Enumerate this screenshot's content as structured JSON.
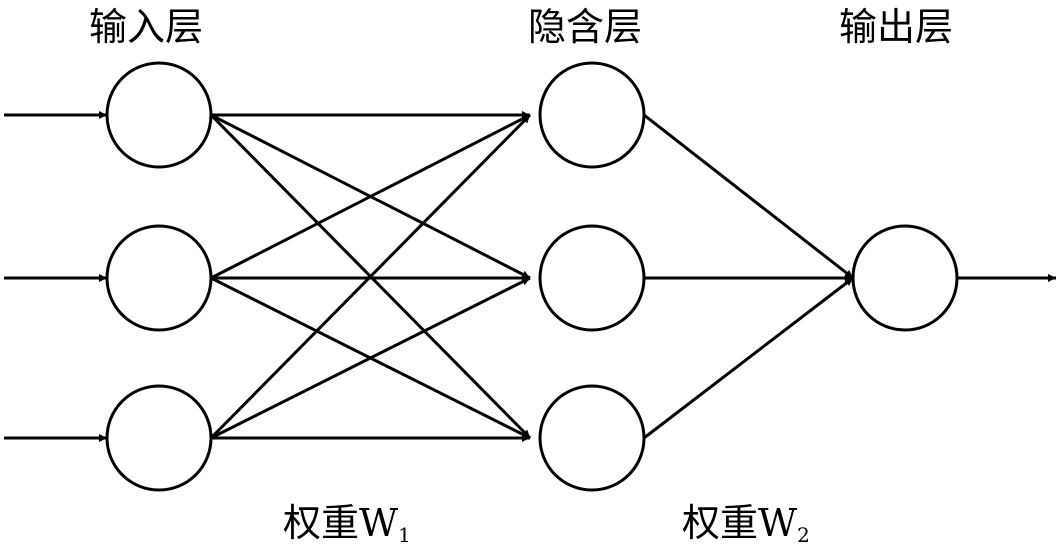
{
  "layers": {
    "input": {
      "title": "输入层",
      "node_count": 3
    },
    "hidden": {
      "title": "隐含层",
      "node_count": 3
    },
    "output": {
      "title": "输出层",
      "node_count": 1
    }
  },
  "weights": [
    {
      "prefix": "权重W",
      "subscript": "1"
    },
    {
      "prefix": "权重W",
      "subscript": "2"
    }
  ],
  "colors": {
    "stroke": "#000000",
    "node_fill": "#ffffff",
    "background": "#ffffff"
  }
}
